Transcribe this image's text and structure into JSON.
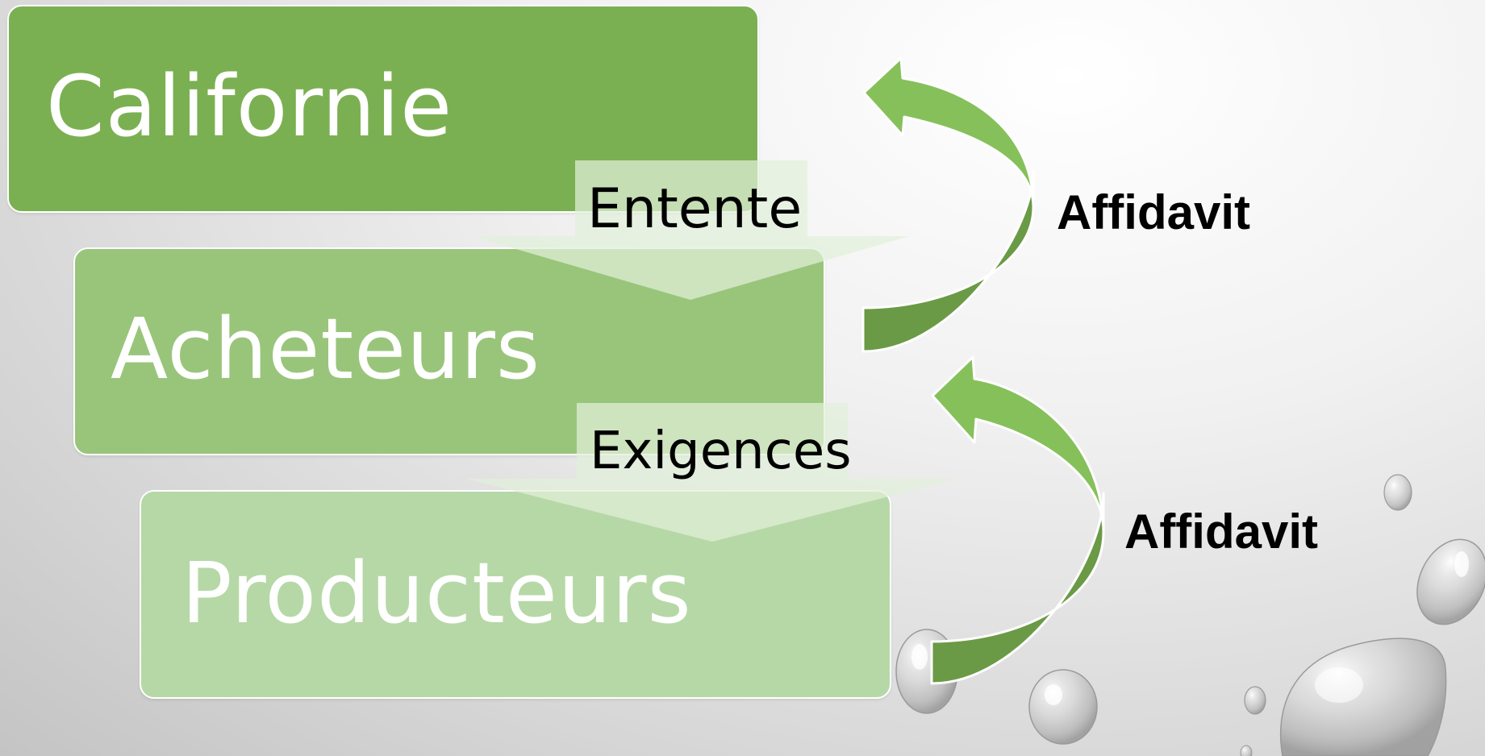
{
  "diagram": {
    "boxes": [
      {
        "label": "Californie"
      },
      {
        "label": "Acheteurs"
      },
      {
        "label": "Producteurs"
      }
    ],
    "down_arrows": [
      {
        "label": "Entente"
      },
      {
        "label": "Exigences"
      }
    ],
    "curved_arrows": [
      {
        "label": "Affidavit"
      },
      {
        "label": "Affidavit"
      }
    ]
  },
  "colors": {
    "box_dark": "#7bb052",
    "box_mid": "#99c57b",
    "box_light": "#b6d8a6",
    "arrow_light": "#86c05a",
    "arrow_dark": "#6a9a45"
  }
}
